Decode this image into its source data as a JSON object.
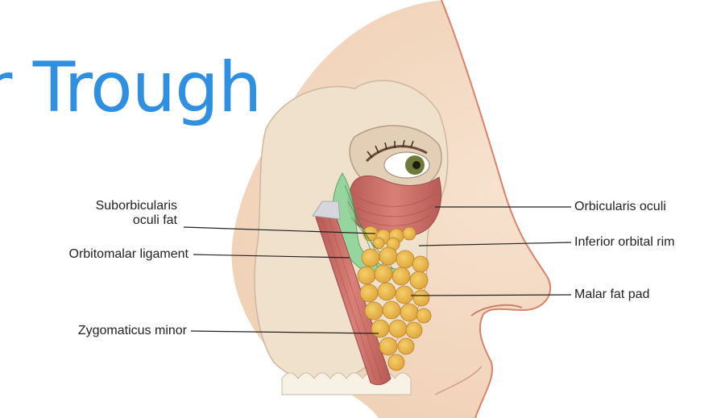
{
  "title": "r Trough",
  "colors": {
    "title": "#2f8fe0",
    "skin": "#f3d6bf",
    "skin_edge": "#d9826a",
    "bone": "#efe0cb",
    "muscle": "#c96a63",
    "fat": "#e8b24a",
    "ligament": "#7fcf86",
    "iris": "#6f7a3a"
  },
  "labels": {
    "suborbicularis_line1": "Suborbicularis",
    "suborbicularis_line2": "oculi fat",
    "orbitomalar": "Orbitomalar ligament",
    "zygomaticus": "Zygomaticus minor",
    "orbicularis": "Orbicularis oculi",
    "inferior_rim": "Inferior orbital rim",
    "malar": "Malar fat pad"
  }
}
